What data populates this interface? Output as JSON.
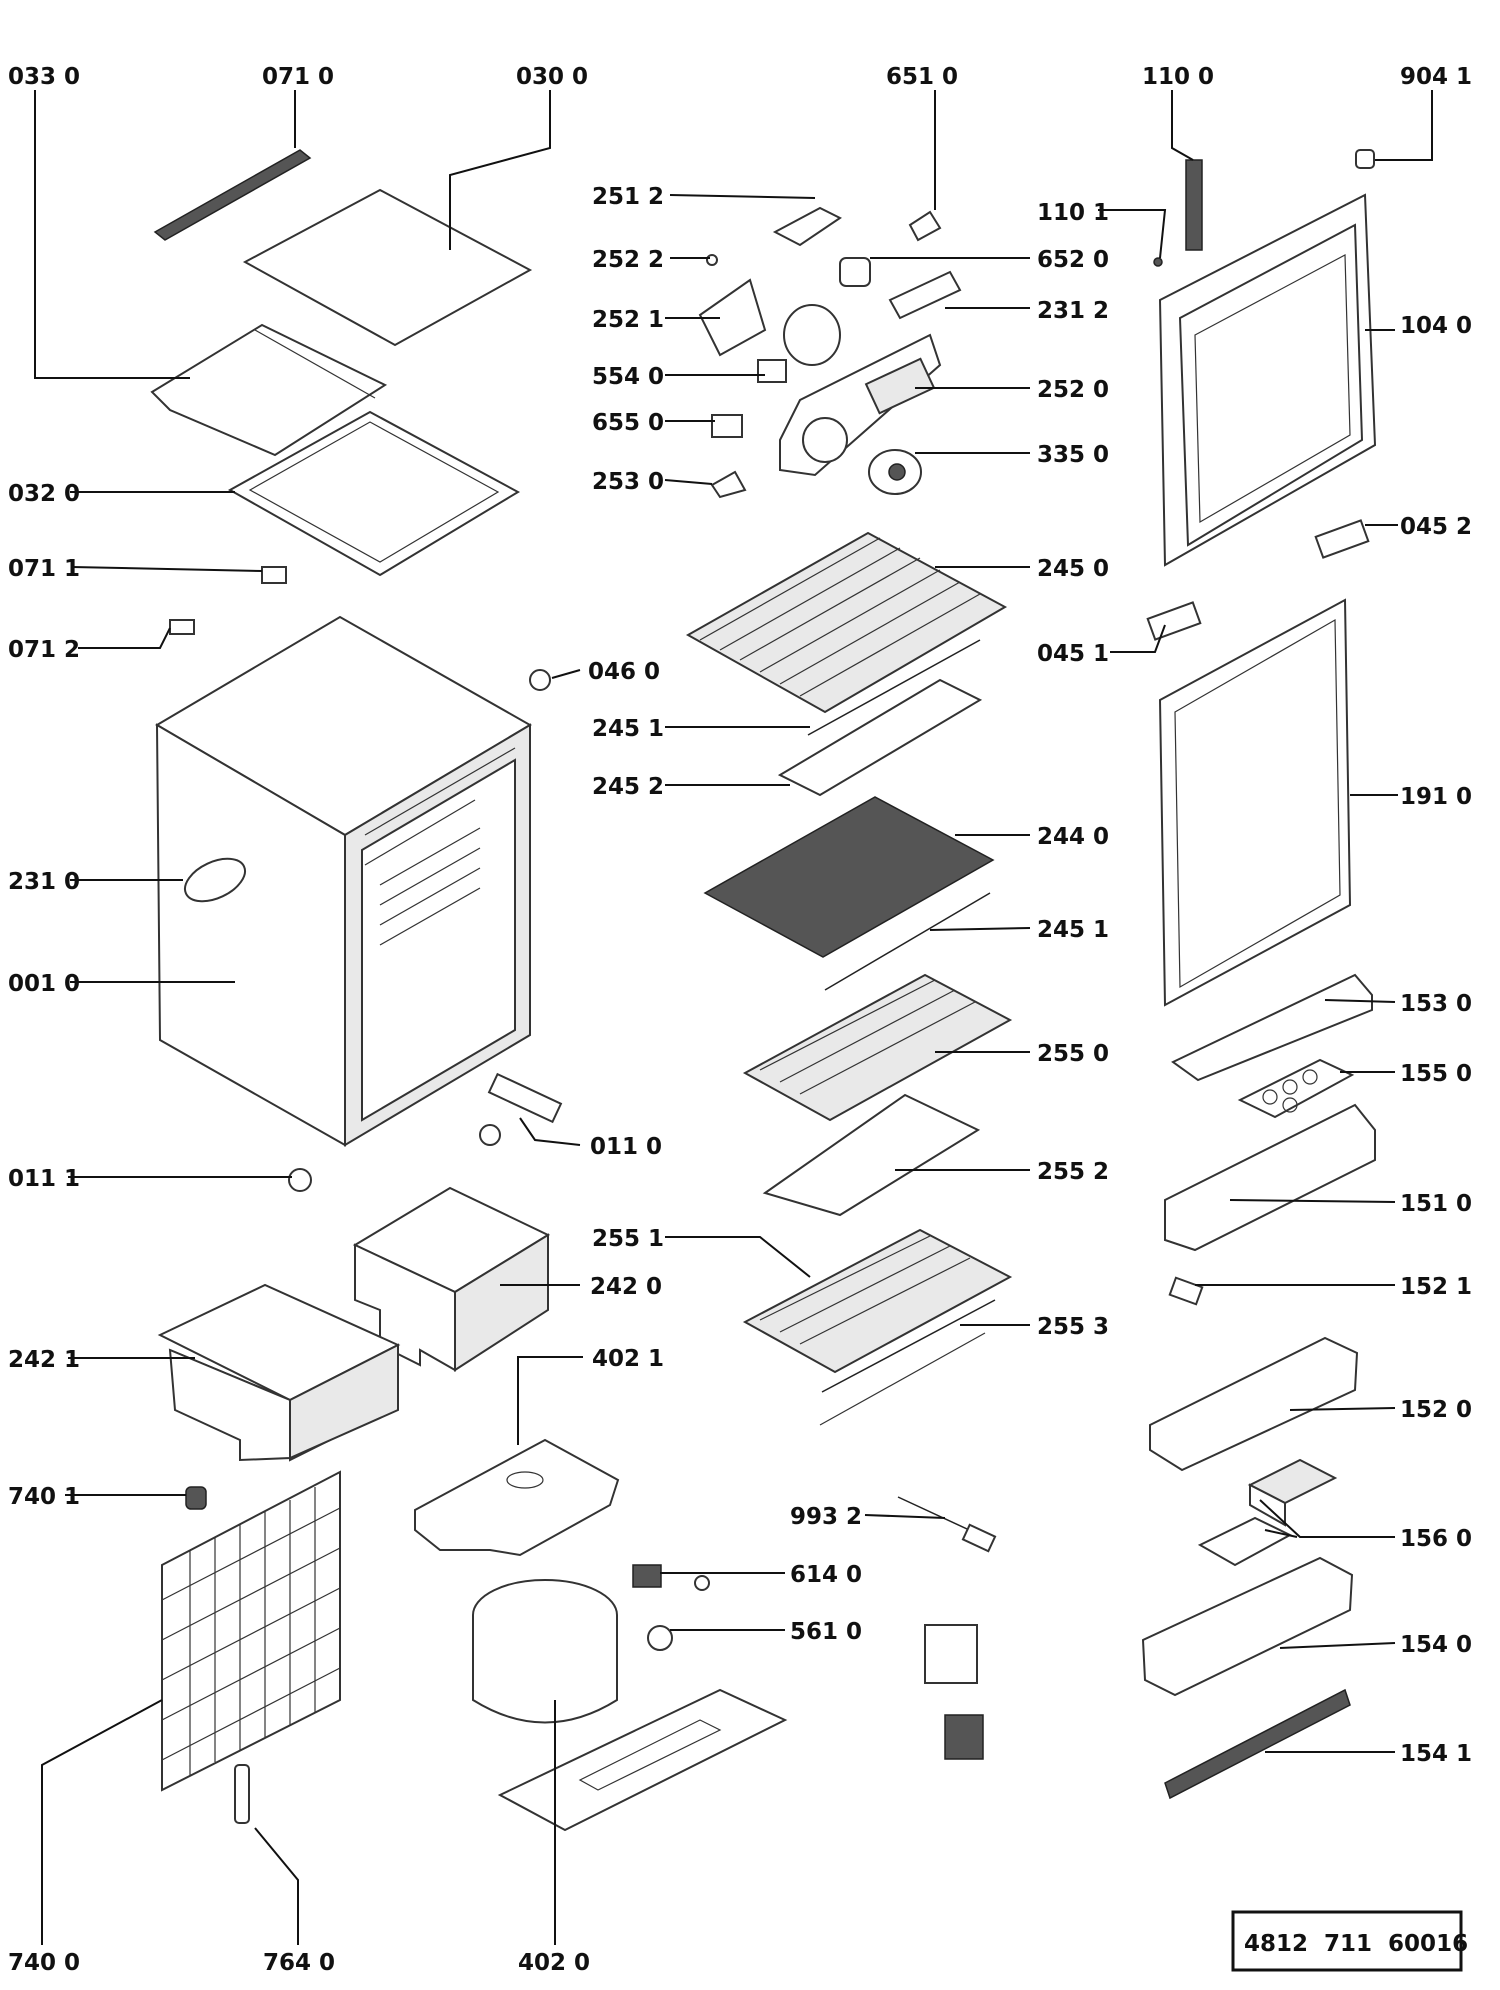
{
  "diagram": {
    "reference_code": "4812  711  60016",
    "labels": [
      {
        "id": "033-0",
        "text": "033 0"
      },
      {
        "id": "071-0",
        "text": "071 0"
      },
      {
        "id": "030-0",
        "text": "030 0"
      },
      {
        "id": "651-0",
        "text": "651 0"
      },
      {
        "id": "110-0",
        "text": "110 0"
      },
      {
        "id": "904-1",
        "text": "904 1"
      },
      {
        "id": "251-2",
        "text": "251 2"
      },
      {
        "id": "110-1",
        "text": "110 1"
      },
      {
        "id": "252-2",
        "text": "252 2"
      },
      {
        "id": "652-0",
        "text": "652 0"
      },
      {
        "id": "252-1",
        "text": "252 1"
      },
      {
        "id": "231-2",
        "text": "231 2"
      },
      {
        "id": "104-0",
        "text": "104 0"
      },
      {
        "id": "554-0",
        "text": "554 0"
      },
      {
        "id": "252-0",
        "text": "252 0"
      },
      {
        "id": "655-0",
        "text": "655 0"
      },
      {
        "id": "335-0",
        "text": "335 0"
      },
      {
        "id": "032-0",
        "text": "032 0"
      },
      {
        "id": "253-0",
        "text": "253 0"
      },
      {
        "id": "045-2",
        "text": "045 2"
      },
      {
        "id": "071-1",
        "text": "071 1"
      },
      {
        "id": "245-0",
        "text": "245 0"
      },
      {
        "id": "071-2",
        "text": "071 2"
      },
      {
        "id": "045-1",
        "text": "045 1"
      },
      {
        "id": "046-0",
        "text": "046 0"
      },
      {
        "id": "245-1a",
        "text": "245 1"
      },
      {
        "id": "245-2",
        "text": "245 2"
      },
      {
        "id": "191-0",
        "text": "191 0"
      },
      {
        "id": "244-0",
        "text": "244 0"
      },
      {
        "id": "231-0",
        "text": "231 0"
      },
      {
        "id": "245-1b",
        "text": "245 1"
      },
      {
        "id": "001-0",
        "text": "001 0"
      },
      {
        "id": "153-0",
        "text": "153 0"
      },
      {
        "id": "255-0",
        "text": "255 0"
      },
      {
        "id": "155-0",
        "text": "155 0"
      },
      {
        "id": "011-0",
        "text": "011 0"
      },
      {
        "id": "011-1",
        "text": "011 1"
      },
      {
        "id": "255-2",
        "text": "255 2"
      },
      {
        "id": "151-0",
        "text": "151 0"
      },
      {
        "id": "255-1",
        "text": "255 1"
      },
      {
        "id": "242-0",
        "text": "242 0"
      },
      {
        "id": "152-1",
        "text": "152 1"
      },
      {
        "id": "255-3",
        "text": "255 3"
      },
      {
        "id": "242-1",
        "text": "242 1"
      },
      {
        "id": "402-1",
        "text": "402 1"
      },
      {
        "id": "152-0",
        "text": "152 0"
      },
      {
        "id": "740-1",
        "text": "740 1"
      },
      {
        "id": "993-2",
        "text": "993 2"
      },
      {
        "id": "156-0",
        "text": "156 0"
      },
      {
        "id": "614-0",
        "text": "614 0"
      },
      {
        "id": "561-0",
        "text": "561 0"
      },
      {
        "id": "154-0",
        "text": "154 0"
      },
      {
        "id": "154-1",
        "text": "154 1"
      },
      {
        "id": "740-0",
        "text": "740 0"
      },
      {
        "id": "764-0",
        "text": "764 0"
      },
      {
        "id": "402-0",
        "text": "402 0"
      }
    ]
  }
}
